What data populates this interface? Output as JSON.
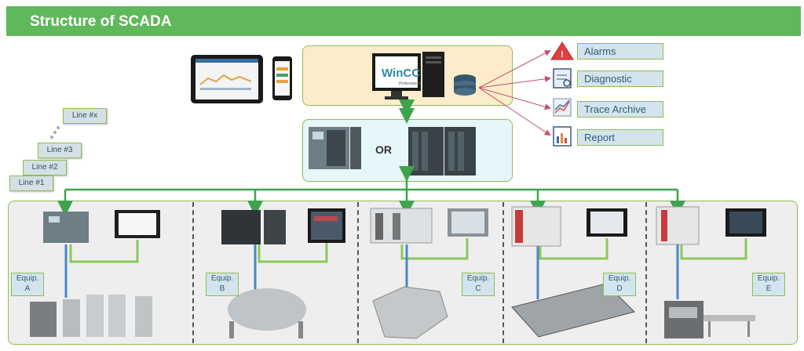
{
  "header": {
    "title": "Structure of SCADA"
  },
  "scada": {
    "software_logo": "WinCC",
    "software_sub": "Professional",
    "icons": [
      "tablet-icon",
      "phone-icon",
      "computer-icon",
      "database-icon"
    ]
  },
  "controller": {
    "or_label": "OR"
  },
  "outputs": [
    {
      "label": "Alarms",
      "icon": "alarm-icon"
    },
    {
      "label": "Diagnostic",
      "icon": "diagnostic-icon"
    },
    {
      "label": "Trace Archive",
      "icon": "trace-icon"
    },
    {
      "label": "Report",
      "icon": "report-icon"
    }
  ],
  "lines": [
    "Line #x",
    "Line #3",
    "Line #2",
    "Line #1"
  ],
  "equipment": [
    {
      "label1": "Equip.",
      "label2": "A"
    },
    {
      "label1": "Equip.",
      "label2": "B"
    },
    {
      "label1": "Equip.",
      "label2": "C"
    },
    {
      "label1": "Equip.",
      "label2": "D"
    },
    {
      "label1": "Equip.",
      "label2": "E"
    }
  ],
  "colors": {
    "banner": "#5fb85a",
    "network": "#3fa34d",
    "field_link": "#8cc85a",
    "equip_link": "#4a86c8",
    "arrow": "#c0506e"
  }
}
